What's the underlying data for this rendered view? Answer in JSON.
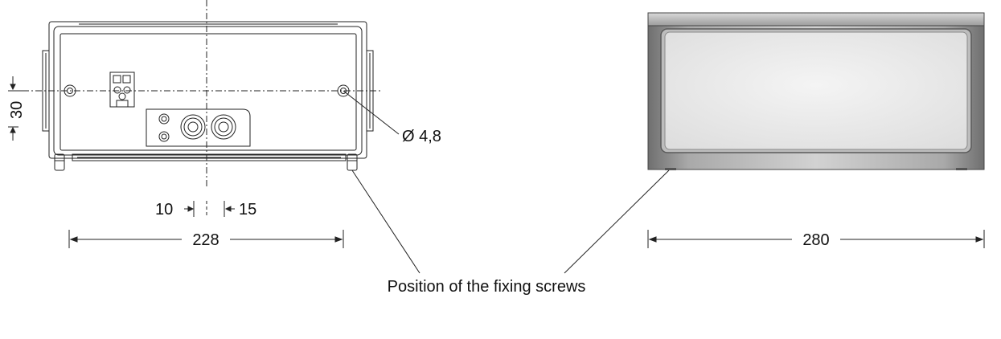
{
  "dimensions": {
    "hole_spacing_vertical": "30",
    "hole_diameter": "Ø 4,8",
    "offset_left": "10",
    "offset_right": "15",
    "back_view_width": "228",
    "front_view_width": "280"
  },
  "caption": "Position of the fixing screws",
  "colors": {
    "line": "#222222",
    "front_frame_dark": "#7a7a7a",
    "front_frame_light": "#c9c9c9",
    "diffuser": "#ececec"
  }
}
